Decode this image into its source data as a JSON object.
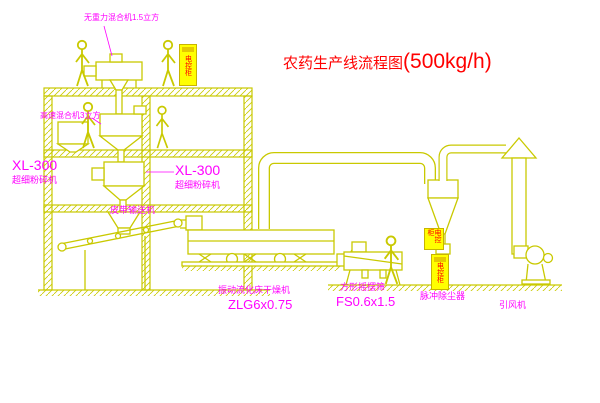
{
  "title": {
    "name": "农药生产线流程图",
    "capacity": "(500kg/h)"
  },
  "labels": {
    "gravity_mixer": "无重力混合机1.5立方",
    "high_speed_mixer": "高速混合机3立方",
    "mill_left_model": "XL-300",
    "mill_left_name": "超细粉碎机",
    "mill_right_model": "XL-300",
    "mill_right_name": "超细粉碎机",
    "belt_conveyor": "皮带输送机",
    "dryer_name": "振动流化床干燥机",
    "dryer_model": "ZLG6x0.75",
    "sieve_name": "方形摇摆筛",
    "sieve_model": "FS0.6x1.5",
    "dust_collector": "脉冲除尘器",
    "fan": "引风机"
  },
  "cabinets": {
    "label": "电控柜"
  },
  "colors": {
    "line": "#c9c900",
    "label": "#ff00ff",
    "title": "#ff0000",
    "cabinet_fill": "#ffff00",
    "cabinet_text": "#ff0000",
    "background": "#ffffff"
  }
}
